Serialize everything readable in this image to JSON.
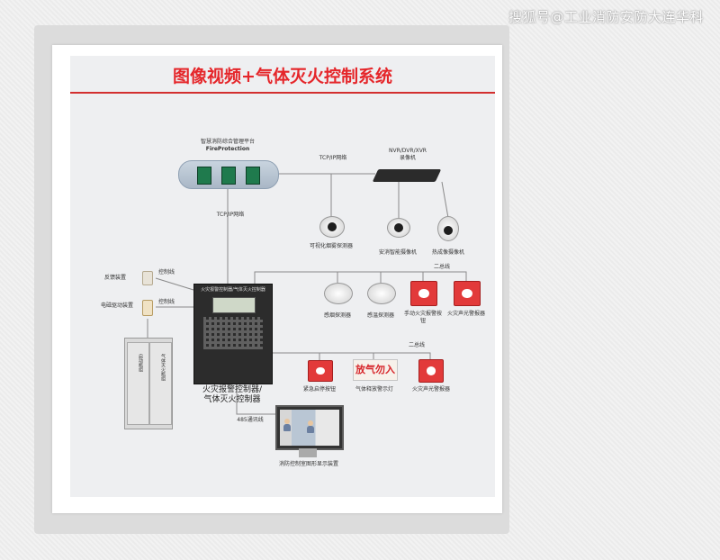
{
  "watermark": "搜狐号@工业消防安防大连华科",
  "title": "图像视频+气体灭火控制系统",
  "platform": {
    "label": "智慧消防综合管理平台",
    "sublabel": "FireProtection"
  },
  "network": {
    "tcp_ip_top": "TCP/IP网络",
    "tcp_ip_left": "TCP/IP网络"
  },
  "nvr": {
    "label": "NVR/DVR/XVR",
    "sublabel": "录像机"
  },
  "cameras": [
    {
      "label": "可视化烟雾探测器"
    },
    {
      "label": "安消智能摄像机"
    },
    {
      "label": "热成像摄像机"
    }
  ],
  "left_devices": [
    {
      "label": "反馈装置",
      "line": "控制线"
    },
    {
      "label": "电磁驱动装置",
      "line": "控制线"
    }
  ],
  "panel": {
    "head": "火灾报警控制器/气体灭火控制器",
    "label": "火灾报警控制器/气体灭火控制器",
    "bus": "485通讯线"
  },
  "cabinet": {
    "left": "启动瓶组",
    "right": "气体灭火瓶组"
  },
  "bus_top": "二总线",
  "bus_bottom": "二总线",
  "detectors": [
    {
      "label": "感烟探测器"
    },
    {
      "label": "感温探测器"
    },
    {
      "label": "手动火灾报警按钮"
    },
    {
      "label": "火灾声光警报器"
    }
  ],
  "gas_devices": [
    {
      "label": "紧急启停按钮"
    },
    {
      "label": "气体释放警示灯",
      "sign": "放气勿入"
    },
    {
      "label": "火灾声光警报器"
    }
  ],
  "monitor": {
    "label": "消防控制室图形显示装置"
  },
  "colors": {
    "title": "#e5262a",
    "wire": "#8a8a8a",
    "device_red": "#e23a3a"
  }
}
